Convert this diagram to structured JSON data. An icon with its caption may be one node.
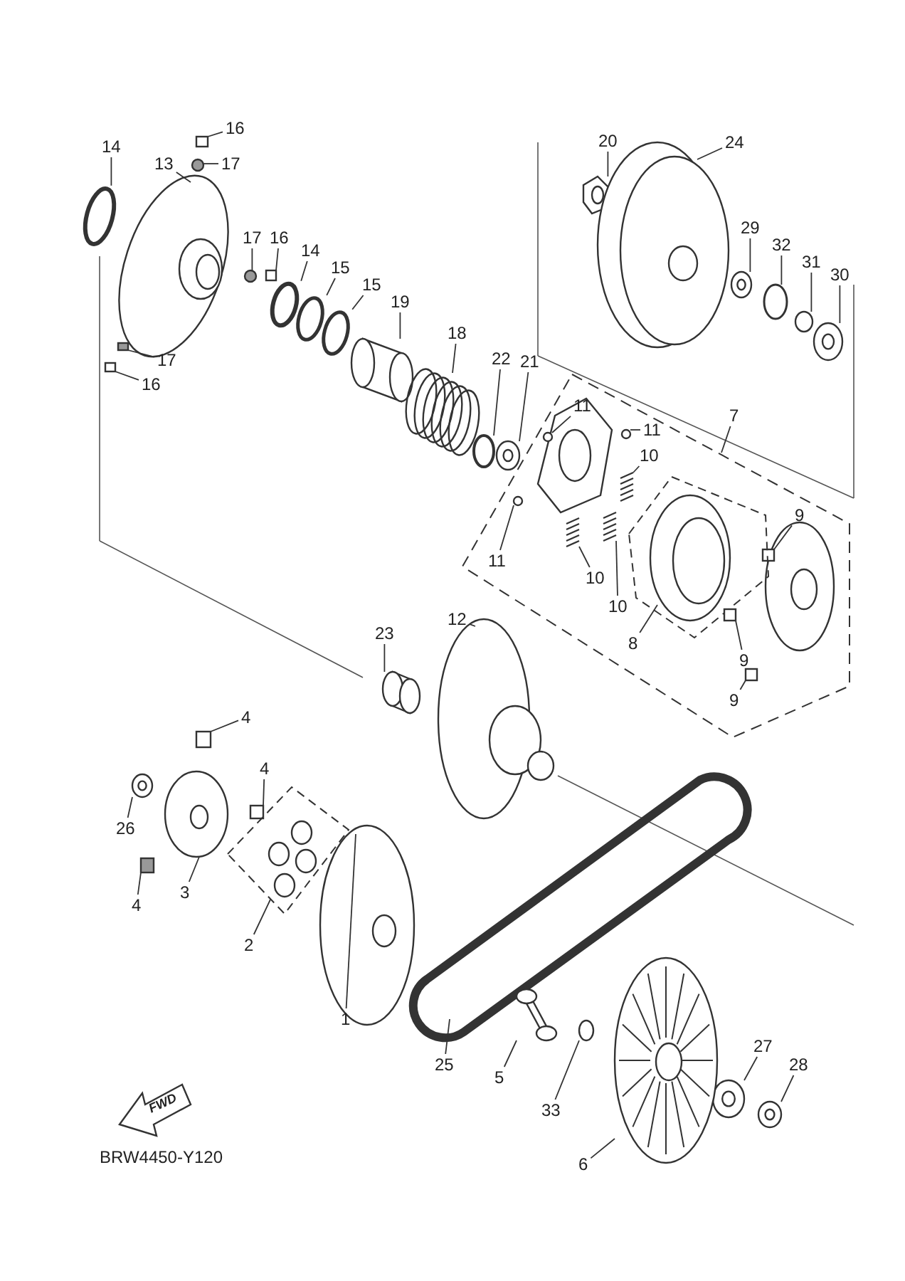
{
  "diagram": {
    "nodes": [
      {
        "text": [
          "16"
        ]
      },
      {
        "text": [
          "14"
        ]
      },
      {
        "text": [
          "13"
        ]
      },
      {
        "text": [
          "17"
        ]
      },
      {
        "text": [
          "20"
        ]
      },
      {
        "text": [
          "24"
        ]
      },
      {
        "text": [
          "17"
        ]
      },
      {
        "text": [
          "16"
        ]
      },
      {
        "text": [
          "29"
        ]
      },
      {
        "text": [
          "32"
        ]
      },
      {
        "text": [
          "14"
        ]
      },
      {
        "text": [
          "31"
        ]
      },
      {
        "text": [
          "30"
        ]
      },
      {
        "text": [
          "15"
        ]
      },
      {
        "text": [
          "15"
        ]
      },
      {
        "text": [
          "19"
        ]
      },
      {
        "text": [
          "17"
        ]
      },
      {
        "text": [
          "16"
        ]
      },
      {
        "text": [
          "18"
        ]
      },
      {
        "text": [
          "22"
        ]
      },
      {
        "text": [
          "21"
        ]
      },
      {
        "text": [
          "7"
        ]
      },
      {
        "text": [
          "11"
        ],
        "in": 68
      },
      {
        "text": [
          "11"
        ],
        "in": 68
      },
      {
        "text": [
          "10"
        ],
        "in": 68
      },
      {
        "text": [
          "9"
        ],
        "in": 68
      },
      {
        "text": [
          "11"
        ],
        "in": 68
      },
      {
        "text": [
          "10"
        ],
        "in": 68
      },
      {
        "text": [
          "10"
        ],
        "in": 68
      },
      {
        "text": [
          "8"
        ],
        "in": 68
      },
      {
        "text": [
          "9"
        ],
        "in": 68
      },
      {
        "text": [
          "9"
        ],
        "in": 68
      },
      {
        "text": [
          "23"
        ]
      },
      {
        "text": [
          "12"
        ]
      },
      {
        "text": [
          "4"
        ]
      },
      {
        "text": [
          "4"
        ]
      },
      {
        "text": [
          "26"
        ]
      },
      {
        "text": [
          "3"
        ]
      },
      {
        "text": [
          "4"
        ]
      },
      {
        "text": [
          "2"
        ]
      },
      {
        "text": [
          "1"
        ]
      },
      {
        "text": [
          "25"
        ]
      },
      {
        "text": [
          "27"
        ]
      },
      {
        "text": [
          "28"
        ]
      },
      {
        "text": [
          "5"
        ]
      },
      {
        "text": [
          "33"
        ]
      },
      {
        "text": [
          "6"
        ]
      },
      {
        "text": [],
        "shape": "box"
      },
      {
        "text": [],
        "shape": "circle"
      },
      {
        "text": [],
        "shape": "picture"
      },
      {
        "text": [],
        "shape": "circle"
      },
      {
        "text": [],
        "shape": "picture"
      },
      {
        "text": [],
        "shape": "picture"
      },
      {
        "text": [],
        "shape": "circle"
      },
      {
        "text": [],
        "shape": "box"
      },
      {
        "text": [],
        "shape": "circle"
      },
      {
        "text": [],
        "shape": "circle"
      },
      {
        "text": [],
        "shape": "circle"
      },
      {
        "text": [],
        "shape": "circle"
      },
      {
        "text": [],
        "shape": "circle"
      },
      {
        "text": [],
        "shape": "circle"
      },
      {
        "text": [],
        "shape": "circle"
      },
      {
        "text": [],
        "shape": "cylinder"
      },
      {
        "text": [],
        "shape": "box"
      },
      {
        "text": [],
        "shape": "box"
      },
      {
        "text": [],
        "shape": "picture"
      },
      {
        "text": [],
        "shape": "circle"
      },
      {
        "text": [],
        "shape": "circle"
      },
      {
        "text": [],
        "shape": "box"
      },
      {
        "text": [],
        "shape": "circle",
        "in": 68
      },
      {
        "text": [],
        "shape": "circle",
        "in": 68
      },
      {
        "text": [],
        "shape": "picture",
        "in": 68
      },
      {
        "text": [],
        "shape": "box",
        "in": 68
      },
      {
        "text": [],
        "shape": "circle",
        "in": 68
      },
      {
        "text": [],
        "shape": "picture",
        "in": 68
      },
      {
        "text": [],
        "shape": "picture",
        "in": 68
      },
      {
        "text": [],
        "shape": "picture",
        "in": 68
      },
      {
        "text": [],
        "shape": "box",
        "in": 68
      },
      {
        "text": [],
        "shape": "box",
        "in": 68
      },
      {
        "text": [],
        "shape": "cylinder"
      },
      {
        "text": [],
        "shape": "picture"
      },
      {
        "text": [],
        "shape": "box"
      },
      {
        "text": [],
        "shape": "box"
      },
      {
        "text": [],
        "shape": "circle"
      },
      {
        "text": [],
        "shape": "picture"
      },
      {
        "text": [],
        "shape": "box"
      },
      {
        "text": [],
        "shape": "picture"
      },
      {
        "text": [],
        "shape": "picture"
      },
      {
        "text": [],
        "shape": "picture"
      },
      {
        "text": [],
        "shape": "circle"
      },
      {
        "text": [],
        "shape": "circle"
      },
      {
        "text": [],
        "shape": "cylinder"
      },
      {
        "text": [],
        "shape": "circle"
      },
      {
        "text": [],
        "shape": "picture"
      }
    ],
    "edges": [
      {
        "from": 0,
        "to": 47,
        "arrow": "none"
      },
      {
        "from": 1,
        "to": 48,
        "arrow": "none"
      },
      {
        "from": 2,
        "to": 49,
        "arrow": "none"
      },
      {
        "from": 3,
        "to": 50,
        "arrow": "none"
      },
      {
        "from": 4,
        "to": 51,
        "arrow": "none"
      },
      {
        "from": 5,
        "to": 52,
        "arrow": "none"
      },
      {
        "from": 6,
        "to": 53,
        "arrow": "none"
      },
      {
        "from": 7,
        "to": 54,
        "arrow": "none"
      },
      {
        "from": 8,
        "to": 55,
        "arrow": "none"
      },
      {
        "from": 9,
        "to": 56,
        "arrow": "none"
      },
      {
        "from": 10,
        "to": 57,
        "arrow": "none"
      },
      {
        "from": 11,
        "to": 58,
        "arrow": "none"
      },
      {
        "from": 12,
        "to": 59,
        "arrow": "none"
      },
      {
        "from": 13,
        "to": 60,
        "arrow": "none"
      },
      {
        "from": 14,
        "to": 61,
        "arrow": "none"
      },
      {
        "from": 15,
        "to": 62,
        "arrow": "none"
      },
      {
        "from": 16,
        "to": 63,
        "arrow": "none"
      },
      {
        "from": 17,
        "to": 64,
        "arrow": "none"
      },
      {
        "from": 18,
        "to": 65,
        "arrow": "none"
      },
      {
        "from": 19,
        "to": 66,
        "arrow": "none"
      },
      {
        "from": 20,
        "to": 67,
        "arrow": "none"
      },
      {
        "from": 21,
        "to": 68,
        "arrow": "none"
      },
      {
        "from": 22,
        "to": 69,
        "arrow": "none"
      },
      {
        "from": 23,
        "to": 70,
        "arrow": "none"
      },
      {
        "from": 24,
        "to": 71,
        "arrow": "none"
      },
      {
        "from": 25,
        "to": 72,
        "arrow": "none"
      },
      {
        "from": 26,
        "to": 73,
        "arrow": "none"
      },
      {
        "from": 27,
        "to": 74,
        "arrow": "none"
      },
      {
        "from": 28,
        "to": 75,
        "arrow": "none"
      },
      {
        "from": 29,
        "to": 76,
        "arrow": "none"
      },
      {
        "from": 30,
        "to": 77,
        "arrow": "none"
      },
      {
        "from": 31,
        "to": 78,
        "arrow": "none"
      },
      {
        "from": 32,
        "to": 79,
        "arrow": "none"
      },
      {
        "from": 33,
        "to": 80,
        "arrow": "none"
      },
      {
        "from": 34,
        "to": 81,
        "arrow": "none"
      },
      {
        "from": 35,
        "to": 82,
        "arrow": "none"
      },
      {
        "from": 36,
        "to": 83,
        "arrow": "none"
      },
      {
        "from": 37,
        "to": 84,
        "arrow": "none"
      },
      {
        "from": 38,
        "to": 85,
        "arrow": "none"
      },
      {
        "from": 39,
        "to": 86,
        "arrow": "none"
      },
      {
        "from": 40,
        "to": 87,
        "arrow": "none"
      },
      {
        "from": 41,
        "to": 88,
        "arrow": "none"
      },
      {
        "from": 42,
        "to": 89,
        "arrow": "none"
      },
      {
        "from": 43,
        "to": 90,
        "arrow": "none"
      },
      {
        "from": 44,
        "to": 91,
        "arrow": "none"
      },
      {
        "from": 45,
        "to": 92,
        "arrow": "none"
      },
      {
        "from": 46,
        "to": 93,
        "arrow": "none"
      }
    ],
    "labels": [
      "FWD",
      "BRW4450-Y120"
    ]
  }
}
